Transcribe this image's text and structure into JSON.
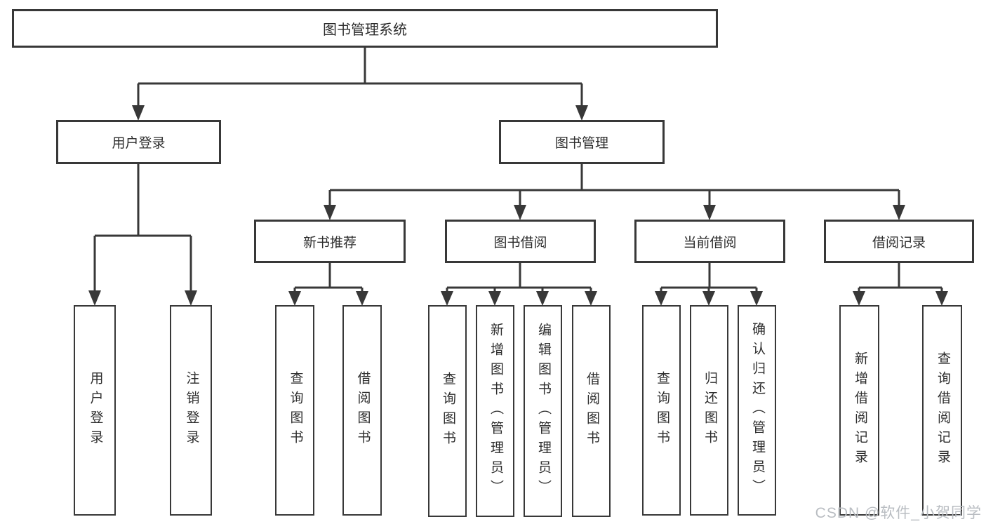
{
  "diagram": {
    "root": {
      "label": "图书管理系统"
    },
    "branches": [
      {
        "label": "用户登录",
        "children": [
          {
            "label": "用户登录"
          },
          {
            "label": "注销登录"
          }
        ]
      },
      {
        "label": "图书管理",
        "children": [
          {
            "label": "新书推荐",
            "children": [
              {
                "label": "查询图书"
              },
              {
                "label": "借阅图书"
              }
            ]
          },
          {
            "label": "图书借阅",
            "children": [
              {
                "label": "查询图书"
              },
              {
                "label": "新增图书（管理员）"
              },
              {
                "label": "编辑图书（管理员）"
              },
              {
                "label": "借阅图书"
              }
            ]
          },
          {
            "label": "当前借阅",
            "children": [
              {
                "label": "查询图书"
              },
              {
                "label": "归还图书"
              },
              {
                "label": "确认归还（管理员）"
              }
            ]
          },
          {
            "label": "借阅记录",
            "children": [
              {
                "label": "新增借阅记录"
              },
              {
                "label": "查询借阅记录"
              }
            ]
          }
        ]
      }
    ]
  },
  "watermark": {
    "text": "CSDN @软件_小贺同学"
  },
  "colors": {
    "line": "#383838",
    "node_border": "#383838",
    "node_fill": "#ffffff",
    "text": "#2d2d2d",
    "watermark": "#b9bdc2",
    "background": "#ffffff"
  }
}
